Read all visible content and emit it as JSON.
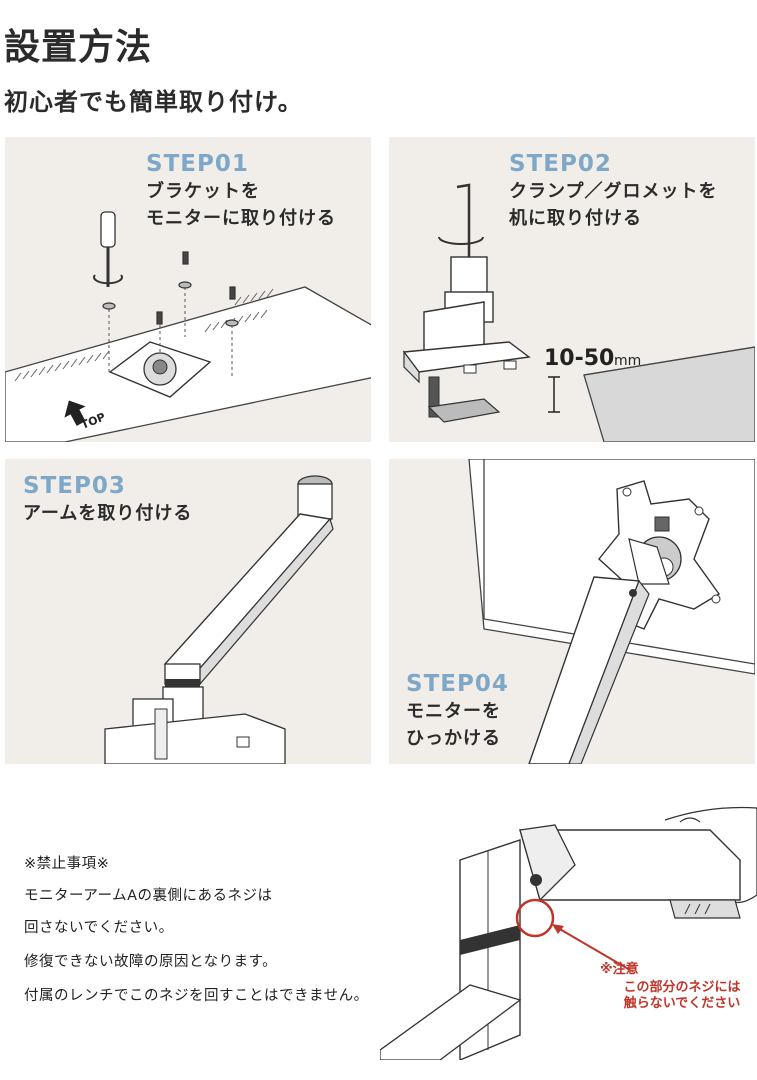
{
  "header": {
    "title": "設置方法",
    "subtitle": "初心者でも簡単取り付け。"
  },
  "steps": [
    {
      "label": "STEP01",
      "lines": [
        "ブラケットを",
        "モニターに取り付ける"
      ],
      "marks": [
        "TOP"
      ]
    },
    {
      "label": "STEP02",
      "lines": [
        "クランプ／グロメットを",
        "机に取り付ける"
      ],
      "marks": [
        "10-50",
        "mm"
      ]
    },
    {
      "label": "STEP03",
      "lines": [
        "アームを取り付ける"
      ]
    },
    {
      "label": "STEP04",
      "lines": [
        "モニターを",
        "ひっかける"
      ]
    }
  ],
  "notice": {
    "heading": "※禁止事項※",
    "lines": [
      "モニターアームAの裏側にあるネジは",
      "回さないでください。",
      "修復できない故障の原因となります。",
      "付属のレンチでこのネジを回すことはできません。"
    ],
    "callout": [
      "※注意",
      "この部分のネジには",
      "触らないでください"
    ]
  },
  "colors": {
    "panel_bg": "#f1eee9",
    "step_label": "#7ea7c8",
    "warning_red": "#c0342a"
  }
}
